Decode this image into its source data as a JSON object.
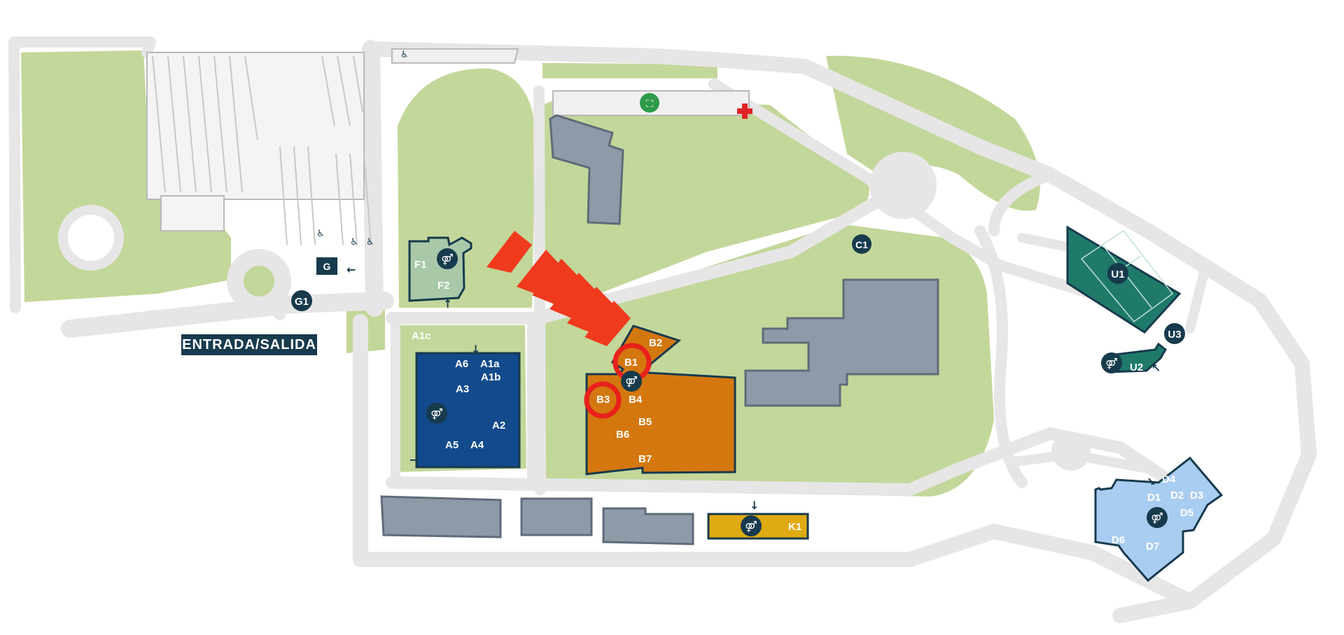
{
  "map": {
    "entrance_label": "ENTRADA/SALIDA",
    "colors": {
      "lawn": "#c3d79a",
      "path": "#e6e6e6",
      "building_grey": "#8e9aa8",
      "building_a": "#124a8c",
      "building_b": "#d4770f",
      "building_k": "#e0aa12",
      "building_f": "#a8c8a8",
      "building_u": "#1f7a6a",
      "building_d": "#a9cdf0",
      "outline": "#173a4d",
      "highlight_ring": "#e8221c",
      "arrow": "#f03a1e",
      "cross": "#e02424",
      "first_aid": "#2e9a4a"
    },
    "markers": {
      "g1": "G1",
      "c1": "C1",
      "u1": "U1",
      "u3": "U3",
      "g": "G"
    },
    "buildings": {
      "a": [
        "A6",
        "A1a",
        "A1b",
        "A3",
        "A2",
        "A5",
        "A4"
      ],
      "a1c": "A1c",
      "b": [
        "B2",
        "B1",
        "B3",
        "B4",
        "B5",
        "B6",
        "B7"
      ],
      "f": [
        "F1",
        "F2"
      ],
      "k": "K1",
      "u2": "U2",
      "d": [
        "D4",
        "D1",
        "D2",
        "D3",
        "D5",
        "D6",
        "D7"
      ]
    },
    "highlighted": [
      "B1",
      "B3"
    ],
    "icons": [
      "wheelchair-icon",
      "restroom-icon",
      "first-aid-cross-icon",
      "assembly-point-icon",
      "direction-arrow-icon"
    ]
  }
}
